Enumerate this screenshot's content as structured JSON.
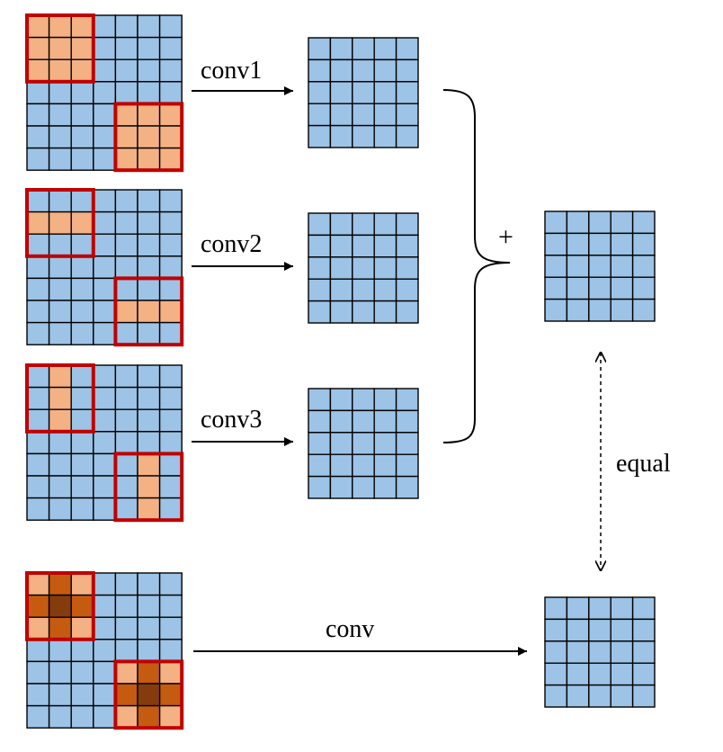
{
  "labels": {
    "conv1": "conv1",
    "conv2": "conv2",
    "conv3": "conv3",
    "conv": "conv",
    "plus": "+",
    "equal": "equal"
  },
  "colors": {
    "cell_blue": "#9DC3E6",
    "cell_orange": "#F4B183",
    "cell_dark_orange": "#C55A11",
    "cell_brown": "#843C0C",
    "window_red": "#C00000",
    "grid_line": "#000000"
  },
  "grids": {
    "input_size": 7,
    "output_size": 5,
    "kernel_size": 3,
    "patterns": {
      "conv1": "full",
      "conv2": "row",
      "conv3": "column",
      "conv": "weighted"
    }
  }
}
